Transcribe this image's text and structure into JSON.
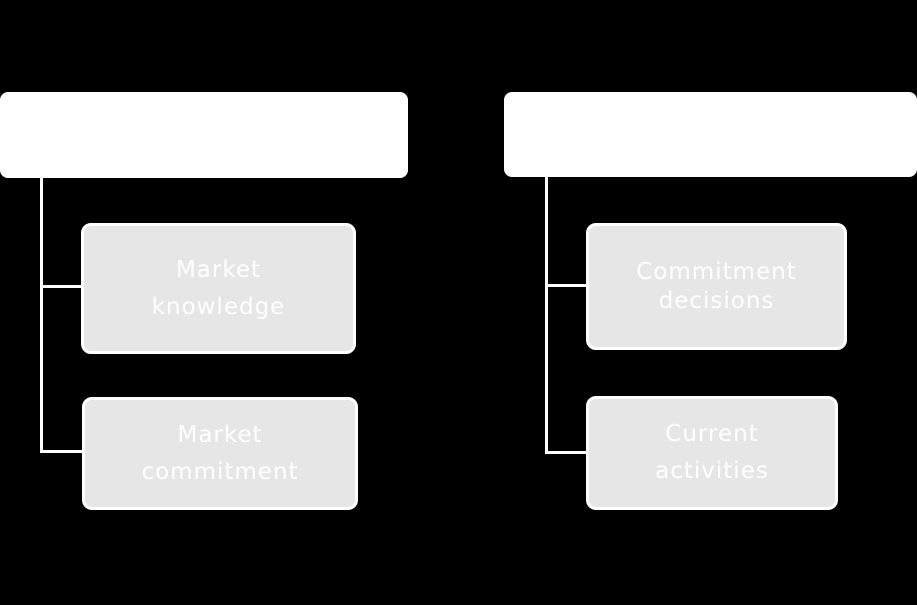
{
  "diagram": {
    "groups": [
      {
        "header": "",
        "children": [
          {
            "label": "Market\nknowledge"
          },
          {
            "label": "Market\ncommitment"
          }
        ]
      },
      {
        "header": "",
        "children": [
          {
            "label": "Commitment\ndecisions"
          },
          {
            "label": "Current\nactivities"
          }
        ]
      }
    ]
  },
  "colors": {
    "background": "#000000",
    "header_fill": "#ffffff",
    "child_fill": "#e6e6e6",
    "child_border": "#ffffff",
    "text": "#ffffff",
    "connector": "#ffffff"
  }
}
